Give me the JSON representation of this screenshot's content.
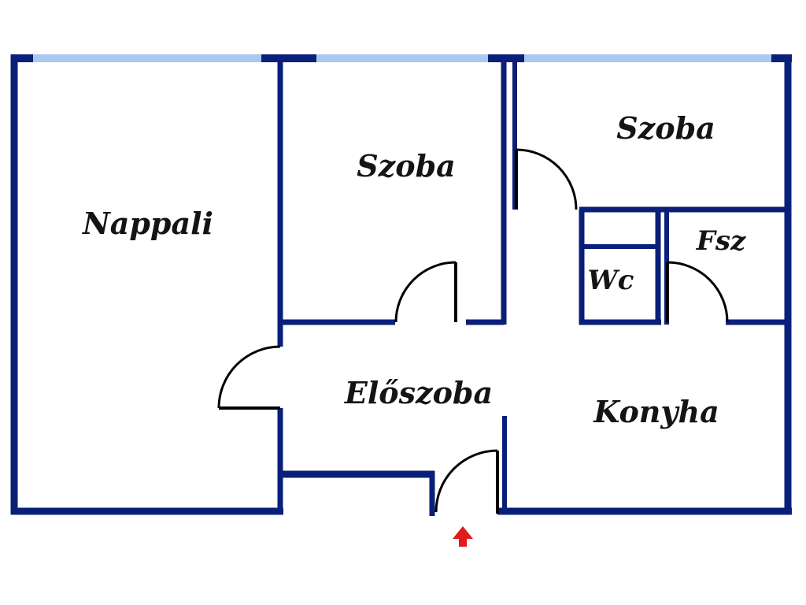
{
  "colors": {
    "wall": "#0a1f7a",
    "window": "#a9c8ee",
    "label": "#141414",
    "arrow": "#e01b1b",
    "background": "#ffffff"
  },
  "rooms": {
    "nappali": "Nappali",
    "szoba_middle": "Szoba",
    "szoba_right": "Szoba",
    "fsz": "Fsz",
    "wc": "Wc",
    "eloszoba": "Előszoba",
    "konyha": "Konyha"
  },
  "icons": {
    "entrance": "entrance-arrow-icon"
  }
}
